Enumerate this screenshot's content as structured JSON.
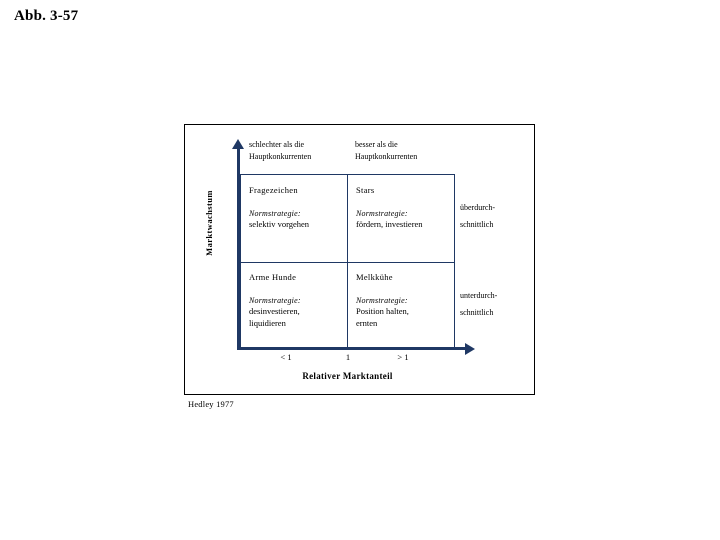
{
  "slide": {
    "title": "Abb. 3-57",
    "source_note": "Hedley 1977"
  },
  "chart_data": {
    "type": "table",
    "title": "",
    "xlabel": "Relativer Marktanteil",
    "ylabel": "Marktwachstum",
    "x_ticks": [
      "< 1",
      "1",
      "> 1"
    ],
    "column_headers": [
      "schlechter als die\nHauptkonkurrenten",
      "besser als die\nHauptkonkurrenten"
    ],
    "row_labels": [
      "überdurch-\nschnittlich",
      "unterdurch-\nschnittlich"
    ],
    "strategy_label": "Normstrategie:",
    "cells": [
      {
        "title": "Fragezeichen",
        "strategy_label": "Normstrategie:",
        "strategy": "selektiv vorgehen",
        "row": 0,
        "col": 0
      },
      {
        "title": "Stars",
        "strategy_label": "Normstrategie:",
        "strategy": "fördern, investieren",
        "row": 0,
        "col": 1
      },
      {
        "title": "Arme Hunde",
        "strategy_label": "Normstrategie:",
        "strategy": "desinvestieren,\nliquidieren",
        "row": 1,
        "col": 0
      },
      {
        "title": "Melkkühe",
        "strategy_label": "Normstrategie:",
        "strategy": "Position halten,\nernten",
        "row": 1,
        "col": 1
      }
    ],
    "colors": {
      "axis": "#1f3864",
      "matrix_border": "#1f3864",
      "frame": "#000000",
      "text": "#000000"
    },
    "grid": true,
    "legend": "none"
  }
}
